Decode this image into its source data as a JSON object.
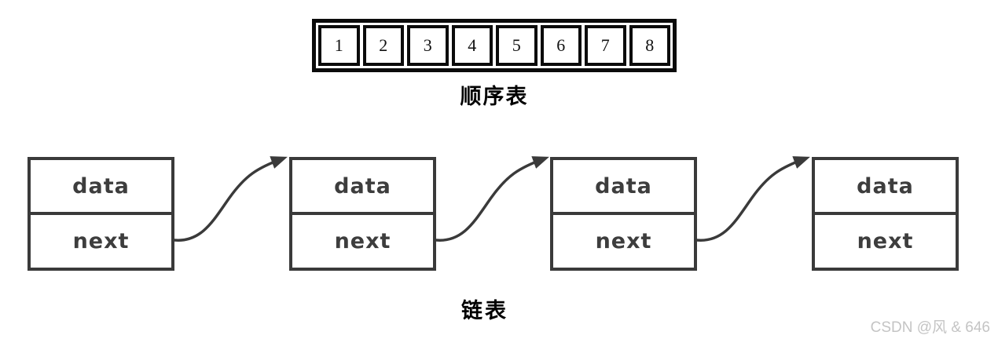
{
  "sequential_list": {
    "label": "顺序表",
    "cells": [
      "1",
      "2",
      "3",
      "4",
      "5",
      "6",
      "7",
      "8"
    ]
  },
  "linked_list": {
    "label": "链表",
    "nodes": [
      {
        "data_field": "data",
        "next_field": "next"
      },
      {
        "data_field": "data",
        "next_field": "next"
      },
      {
        "data_field": "data",
        "next_field": "next"
      },
      {
        "data_field": "data",
        "next_field": "next"
      }
    ]
  },
  "watermark": "CSDN @风 & 646",
  "colors": {
    "array_border": "#0b0b0b",
    "node_border": "#3a3a3a",
    "node_text": "#3d3d3d",
    "arrow": "#3a3a3a",
    "watermark_text": "#c4c4c4"
  }
}
